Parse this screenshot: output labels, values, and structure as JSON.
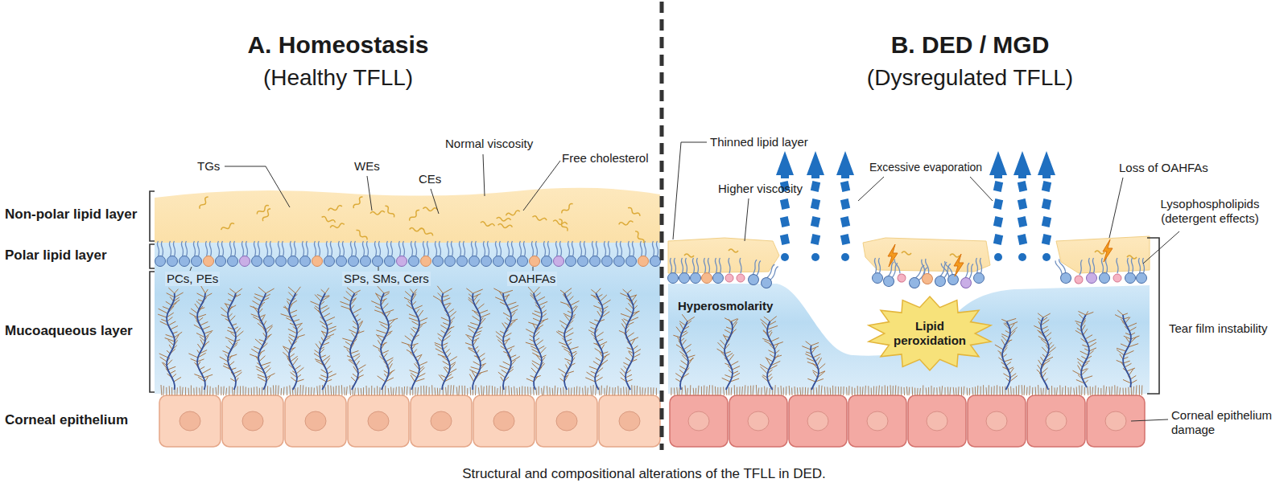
{
  "diagram": {
    "caption": "Structural and compositional alterations of the TFLL in DED.",
    "nodes": [
      {
        "text": [
          "Lipid peroxidation"
        ]
      }
    ],
    "labels": [
      "A. Homeostasis",
      "(Healthy TFLL)",
      "B. DED / MGD",
      "(Dysregulated TFLL)",
      "Non-polar lipid layer",
      "Polar lipid layer",
      "Mucoaqueous layer",
      "Corneal epithelium",
      "TGs",
      "WEs",
      "CEs",
      "Normal viscosity",
      "Free cholesterol",
      "PCs, PEs",
      "SPs, SMs, Cers",
      "OAHFAs",
      "Thinned lipid layer",
      "Higher viscosity",
      "Excessive evaporation",
      "Loss of OAHFAs",
      "Lysophospholipids (detergent effects)",
      "Hyperosmolarity",
      "Tear film instability",
      "Corneal epithelium damage"
    ]
  }
}
